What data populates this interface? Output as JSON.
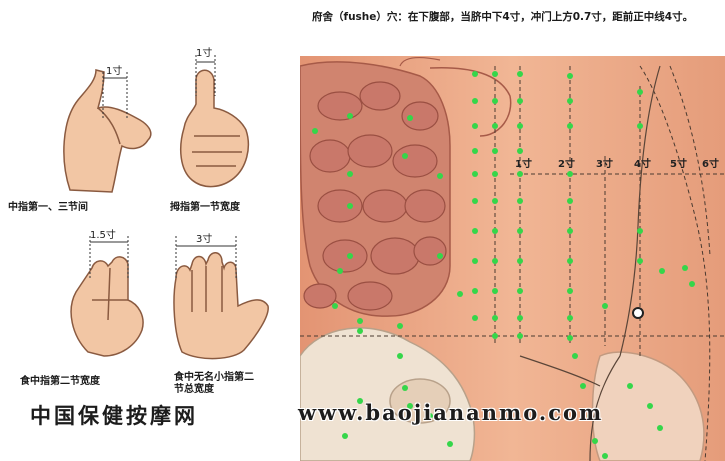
{
  "description": "府舍（fushe）穴：在下腹部，当脐中下4寸，冲门上方0.7寸，距前正中线4寸。",
  "finger_measures": [
    {
      "measure": "1寸",
      "caption": "中指第一、三节间"
    },
    {
      "measure": "1寸",
      "caption": "拇指第一节宽度"
    },
    {
      "measure": "1.5寸",
      "caption": "食中指第二节宽度"
    },
    {
      "measure": "3寸",
      "caption": "食中无名小指第二节总宽度"
    }
  ],
  "scale_labels": [
    "1寸",
    "2寸",
    "3寸",
    "4寸",
    "5寸",
    "6寸"
  ],
  "footer": {
    "site_name": "中国保健按摩网",
    "site_url": "www.baojiananmo.com"
  },
  "colors": {
    "skin": "#e9a582",
    "skin_light": "#f3c4a6",
    "colon": "#d9907c",
    "intestine": "#c97a6d",
    "bone": "#efe2d2",
    "acupoint_dot": "#35d64a",
    "guide_line": "#4a3a30"
  }
}
